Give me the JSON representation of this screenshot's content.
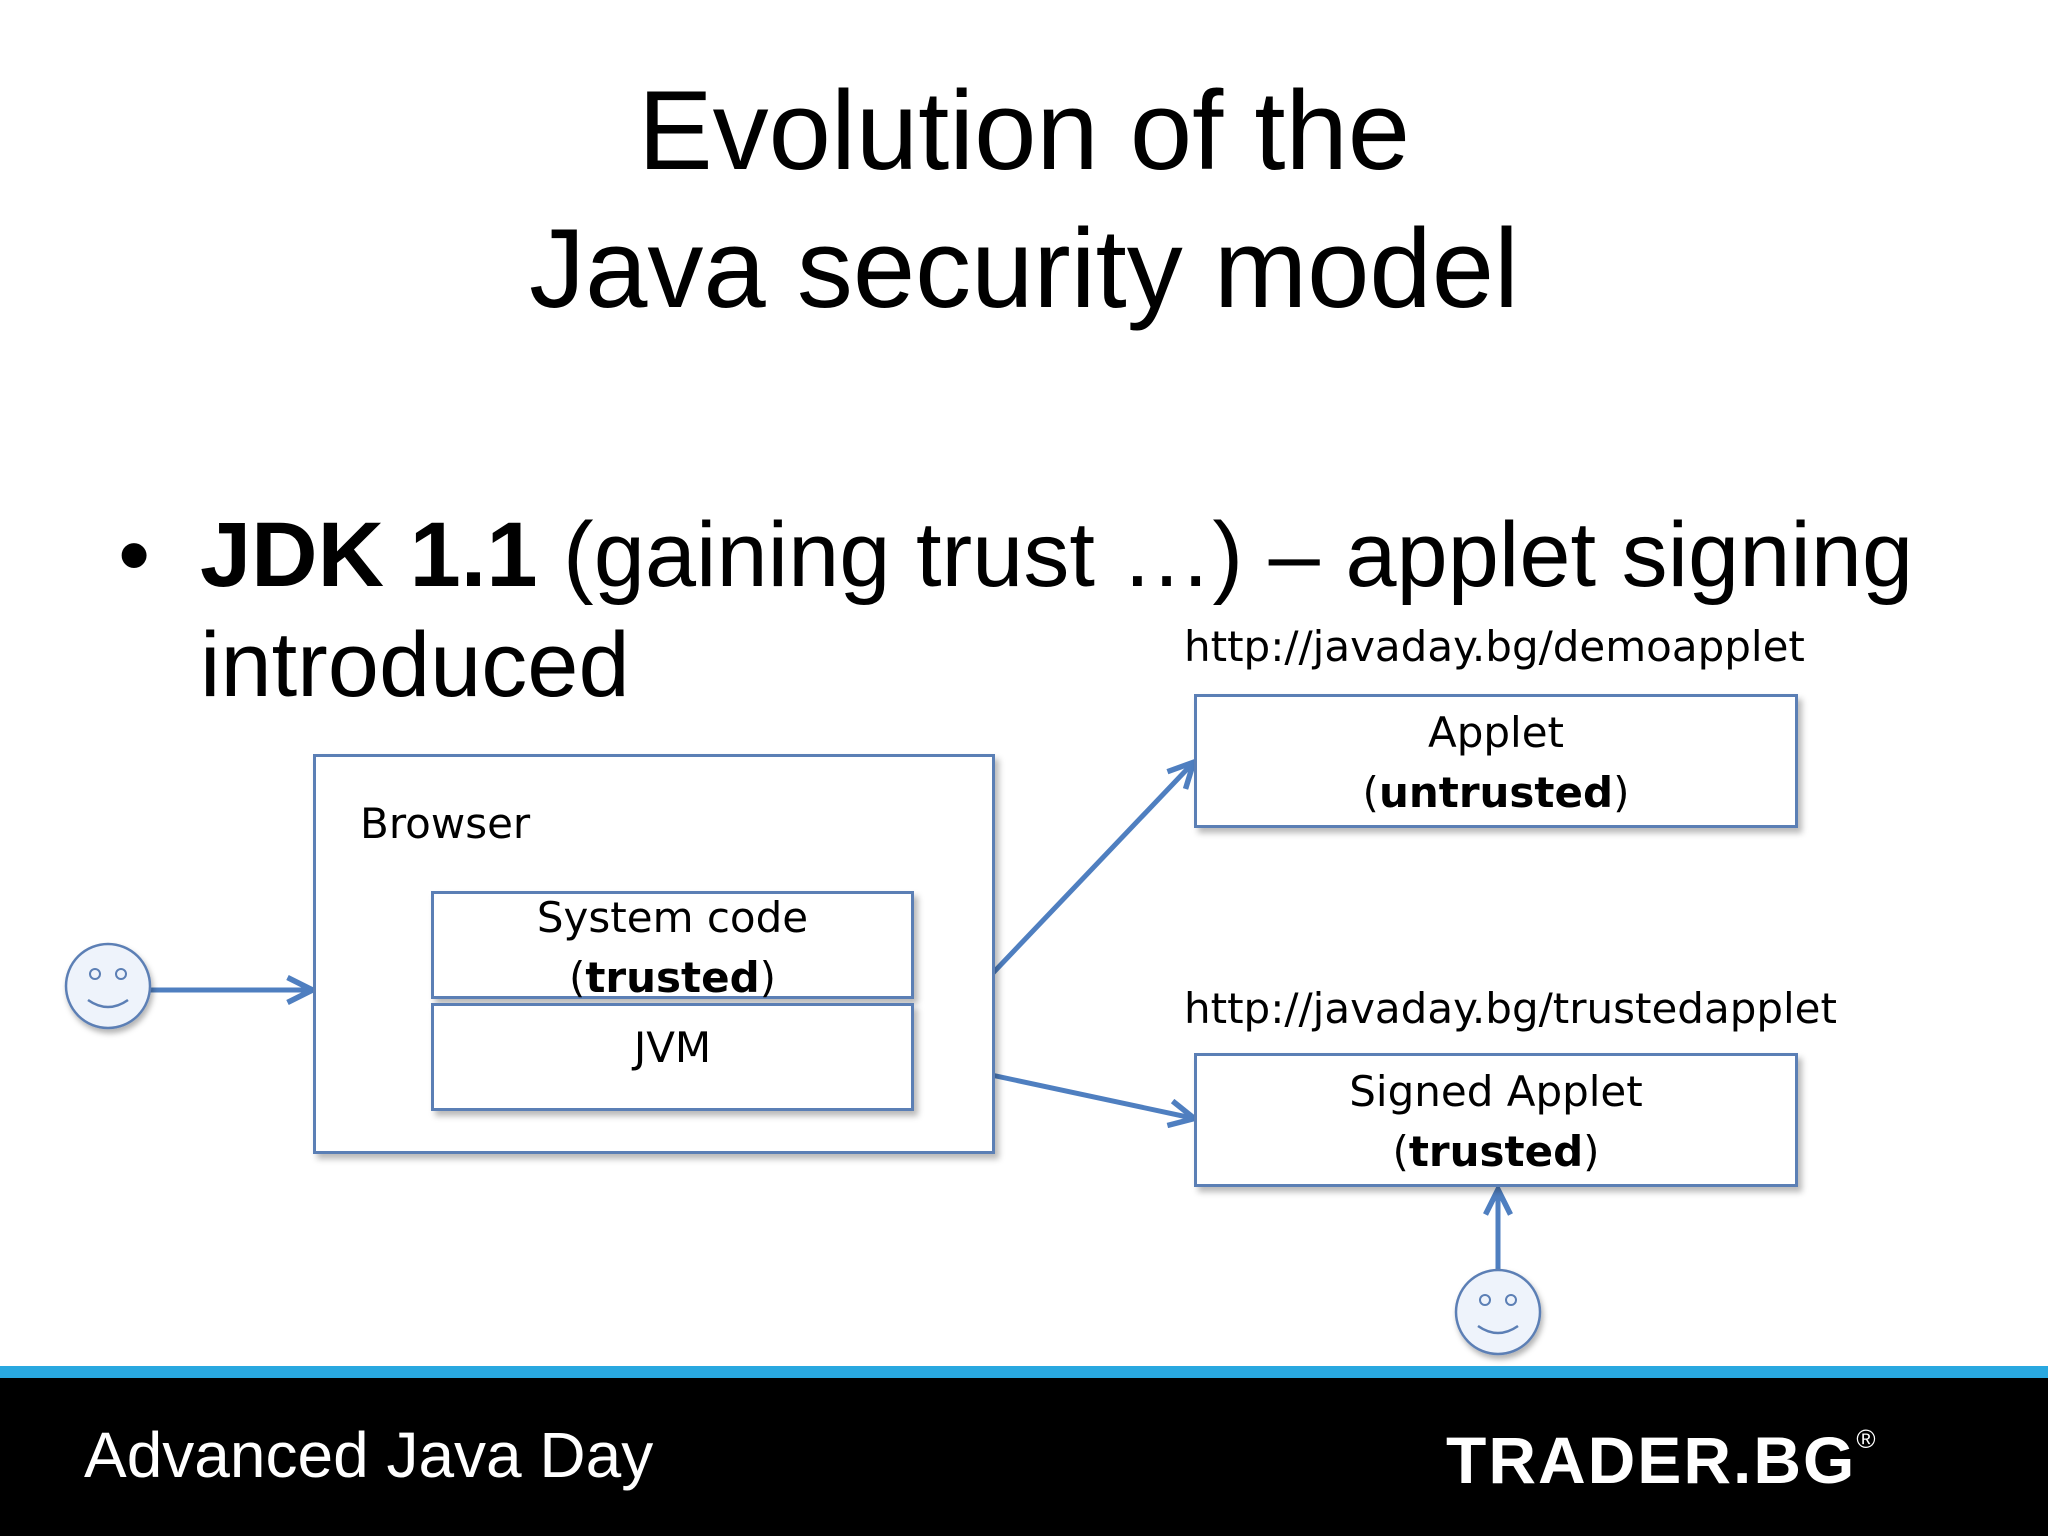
{
  "slide": {
    "title_line1": "Evolution of the",
    "title_line2": "Java security model",
    "bullet_marker": "•",
    "bullet_bold": "JDK 1.1",
    "bullet_rest": " (gaining trust …) – applet signing introduced"
  },
  "diagram": {
    "browser_label": "Browser",
    "system_code_line1": "System code",
    "system_code_paren_open": "(",
    "system_code_bold": "trusted",
    "system_code_paren_close": ")",
    "jvm_label": "JVM",
    "applet_url": "http://javaday.bg/demoapplet",
    "applet_line1": "Applet",
    "applet_paren_open": "(",
    "applet_bold": "untrusted",
    "applet_paren_close": ")",
    "signed_url": "http://javaday.bg/trustedapplet",
    "signed_line1": "Signed Applet",
    "signed_paren_open": "(",
    "signed_bold": "trusted",
    "signed_paren_close": ")",
    "colors": {
      "box_border": "#5b7fb5",
      "arrow": "#4f7fc0",
      "smiley_fill": "#eef3fb"
    }
  },
  "footer": {
    "title": "Advanced Java Day",
    "logo": "TRADER.BG",
    "logo_mark": "®",
    "stripe_color": "#29a8e0"
  }
}
